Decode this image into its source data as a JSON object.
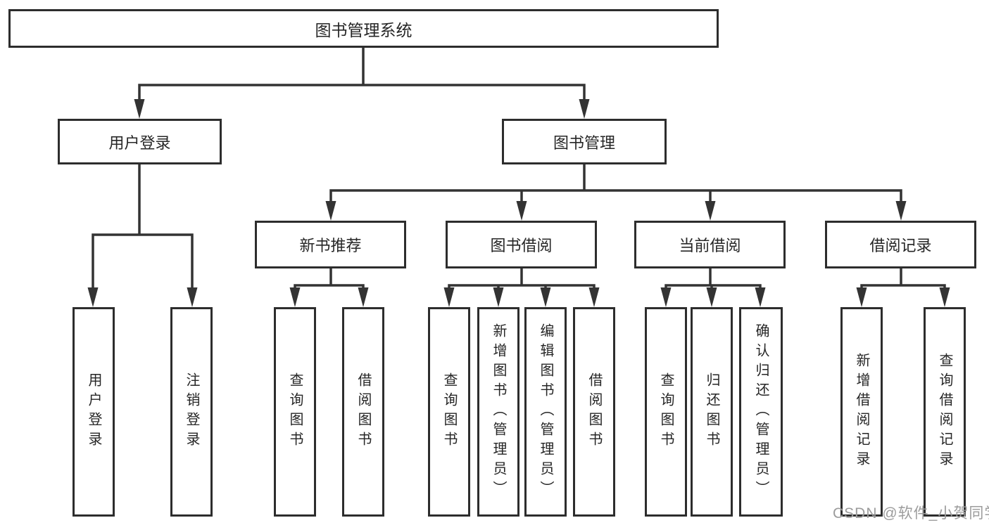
{
  "diagram": {
    "root": {
      "label": "图书管理系统"
    },
    "level2": [
      {
        "id": "user-login",
        "label": "用户登录"
      },
      {
        "id": "book-management",
        "label": "图书管理"
      }
    ],
    "level3": [
      {
        "id": "new-book-recommend",
        "label": "新书推荐"
      },
      {
        "id": "book-borrow",
        "label": "图书借阅"
      },
      {
        "id": "current-borrow",
        "label": "当前借阅"
      },
      {
        "id": "borrow-records",
        "label": "借阅记录"
      }
    ],
    "leaves": {
      "login": [
        {
          "label": "用户登录"
        },
        {
          "label": "注销登录"
        }
      ],
      "recommend": [
        {
          "label": "查询图书"
        },
        {
          "label": "借阅图书"
        }
      ],
      "borrow": [
        {
          "label": "查询图书"
        },
        {
          "label": "新增图书（管理员）"
        },
        {
          "label": "编辑图书（管理员）"
        },
        {
          "label": "借阅图书"
        }
      ],
      "current": [
        {
          "label": "查询图书"
        },
        {
          "label": "归还图书"
        },
        {
          "label": "确认归还（管理员）"
        }
      ],
      "records": [
        {
          "label": "新增借阅记录"
        },
        {
          "label": "查询借阅记录"
        }
      ]
    }
  },
  "watermark": {
    "text": "CSDN @软件_小贺同学"
  },
  "colors": {
    "line": "#333333",
    "box_border": "#2d2d2d",
    "box_fill": "#ffffff",
    "text": "#262626",
    "watermark": "#9c9c9c"
  }
}
